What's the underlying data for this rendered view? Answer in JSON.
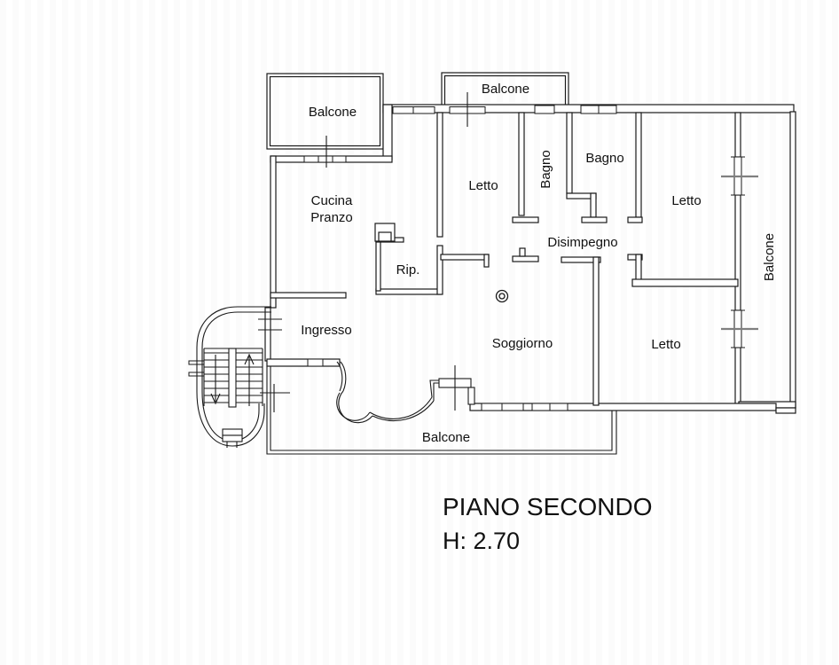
{
  "plan": {
    "balcone_top_left": "Balcone",
    "balcone_top_center": "Balcone",
    "cucina_line1": "Cucina",
    "cucina_line2": "Pranzo",
    "letto_center": "Letto",
    "bagno_small": "Bagno",
    "bagno_main": "Bagno",
    "letto_top_right": "Letto",
    "disimpegno": "Disimpegno",
    "balcone_right": "Balcone",
    "ripostiglio": "Rip.",
    "ingresso": "Ingresso",
    "soggiorno": "Soggiorno",
    "letto_bottom_right": "Letto",
    "balcone_bottom": "Balcone"
  },
  "caption": {
    "title": "PIANO SECONDO",
    "ceiling_height": "H: 2.70"
  },
  "colors": {
    "wall": "#1a1a1a",
    "window_tick": "#7f7f7f",
    "background": "#ffffff"
  }
}
